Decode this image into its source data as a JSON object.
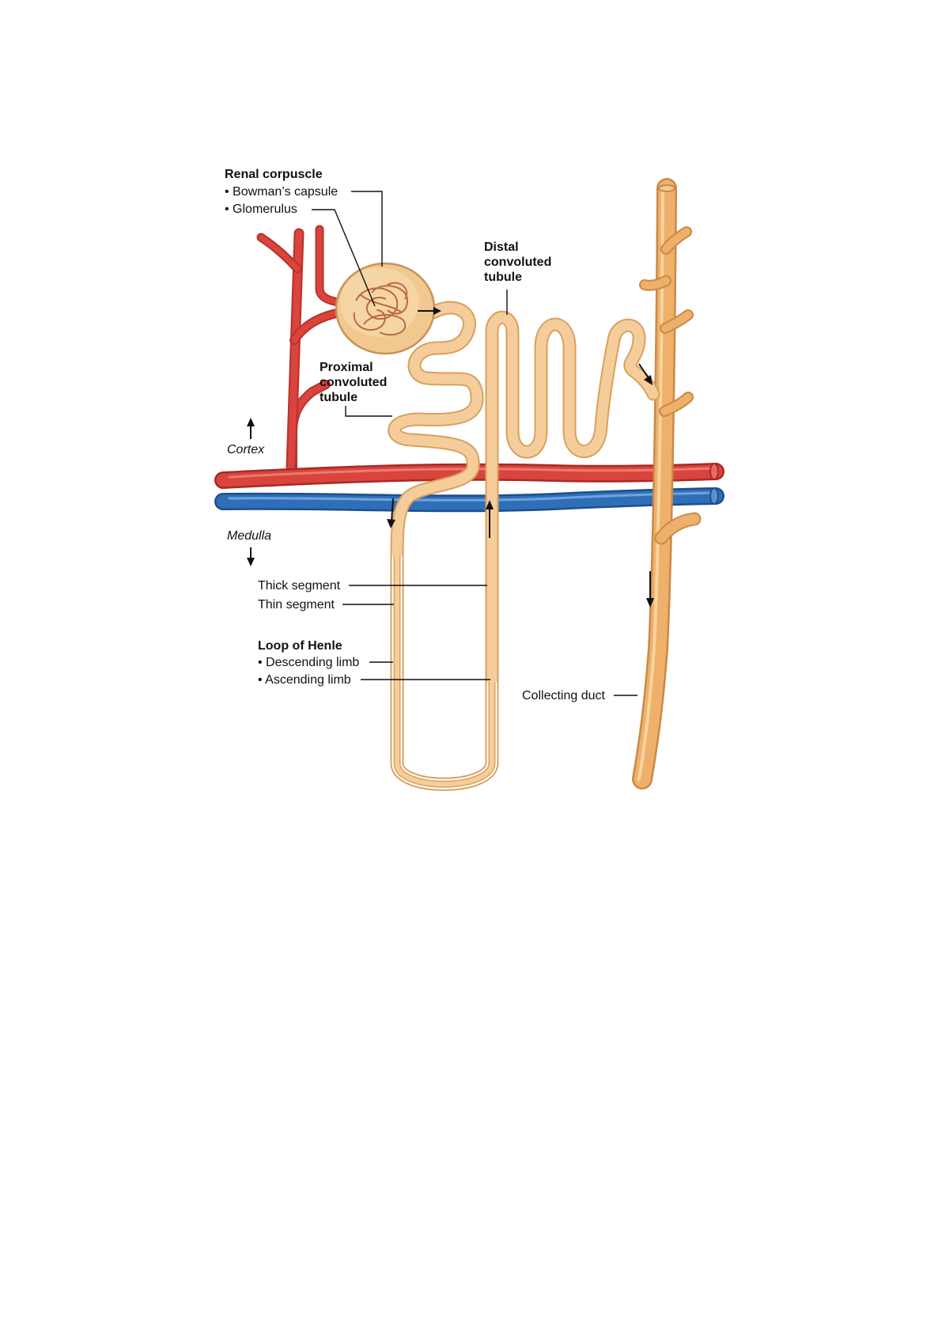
{
  "labels": {
    "renal_corpuscle": "Renal corpuscle",
    "bowmans_capsule": "• Bowman’s capsule",
    "glomerulus": "• Glomerulus",
    "distal_line1": "Distal",
    "distal_line2": "convoluted",
    "distal_line3": "tubule",
    "proximal_line1": "Proximal",
    "proximal_line2": "convoluted",
    "proximal_line3": "tubule",
    "cortex": "Cortex",
    "medulla": "Medulla",
    "thick_segment": "Thick segment",
    "thin_segment": "Thin segment",
    "loop_of_henle": "Loop of Henle",
    "descending_limb": "• Descending limb",
    "ascending_limb": "• Ascending limb",
    "collecting_duct": "Collecting duct"
  },
  "colors": {
    "artery": "#d9443c",
    "vein": "#2f6fb8",
    "tubule": "#f2c48c",
    "tubule_edge": "#d9a060",
    "duct": "#eeb06a",
    "duct_edge": "#c98a45",
    "capsule": "#f0c890",
    "glomerulus": "#c87850"
  }
}
